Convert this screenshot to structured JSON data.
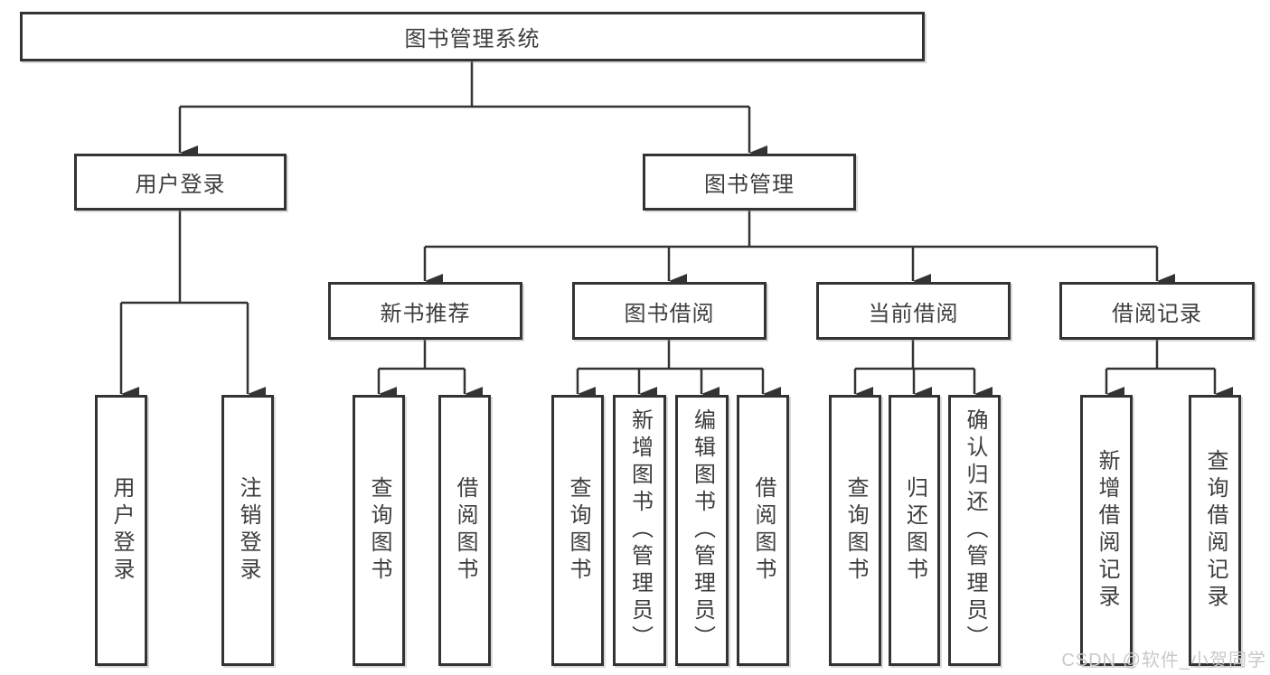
{
  "diagram_type": "tree",
  "tree": {
    "label": "图书管理系统",
    "children": [
      {
        "label": "用户登录",
        "children": [
          {
            "label": "用户登录"
          },
          {
            "label": "注销登录"
          }
        ]
      },
      {
        "label": "图书管理",
        "children": [
          {
            "label": "新书推荐",
            "children": [
              {
                "label": "查询图书"
              },
              {
                "label": "借阅图书"
              }
            ]
          },
          {
            "label": "图书借阅",
            "children": [
              {
                "label": "查询图书"
              },
              {
                "label": "新增图书（管理员）"
              },
              {
                "label": "编辑图书（管理员）"
              },
              {
                "label": "借阅图书"
              }
            ]
          },
          {
            "label": "当前借阅",
            "children": [
              {
                "label": "查询图书"
              },
              {
                "label": "归还图书"
              },
              {
                "label": "确认归还（管理员）"
              }
            ]
          },
          {
            "label": "借阅记录",
            "children": [
              {
                "label": "新增借阅记录"
              },
              {
                "label": "查询借阅记录"
              }
            ]
          }
        ]
      }
    ]
  },
  "watermark": "CSDN @软件_小贺同学",
  "colors": {
    "line": "#333333",
    "text": "#3d3d3d",
    "background": "#ffffff",
    "watermark": "#c9c9c9"
  }
}
